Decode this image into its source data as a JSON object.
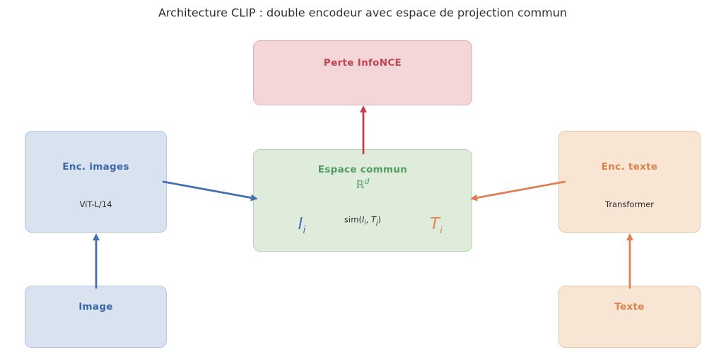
{
  "title": "Architecture CLIP : double encodeur avec espace de projection commun",
  "boxes": {
    "loss": {
      "label": "Perte InfoNCE"
    },
    "common": {
      "label": "Espace commun",
      "dim": {
        "base": "ℝ",
        "sup": "d"
      },
      "image_vec": {
        "base": "I",
        "sub": "i"
      },
      "text_vec": {
        "base": "T",
        "sub": "i"
      },
      "sim": {
        "prefix": "sim(",
        "i_base": "I",
        "i_sub": "i",
        "separator": ", ",
        "t_base": "T",
        "t_sub": "j",
        "suffix": ")"
      }
    },
    "image_encoder": {
      "label": "Enc. images",
      "sublabel": "ViT-L/14"
    },
    "image_input": {
      "label": "Image"
    },
    "text_encoder": {
      "label": "Enc. texte",
      "sublabel": "Transformer"
    },
    "text_input": {
      "label": "Texte"
    }
  },
  "colors": {
    "pink_fill": "#f4d5d8",
    "pink_border": "#e4b0b7",
    "red_text": "#c2454f",
    "green_fill": "#dfecdc",
    "green_border": "#b6d5b4",
    "green_text": "#4f9e5e",
    "blue_fill": "#d9e2ef",
    "blue_border": "#b9c8e0",
    "blue_text": "#3a67a8",
    "orange_fill": "#f9e5d4",
    "orange_border": "#eec6a8",
    "orange_text": "#d8824e",
    "math_blue": "#4a74bd",
    "math_orange": "#e8854f",
    "arrow_red": "#bf4149",
    "arrow_blue": "#4470ad",
    "arrow_orange": "#dd8152",
    "dark_text": "#2e2e2e"
  }
}
